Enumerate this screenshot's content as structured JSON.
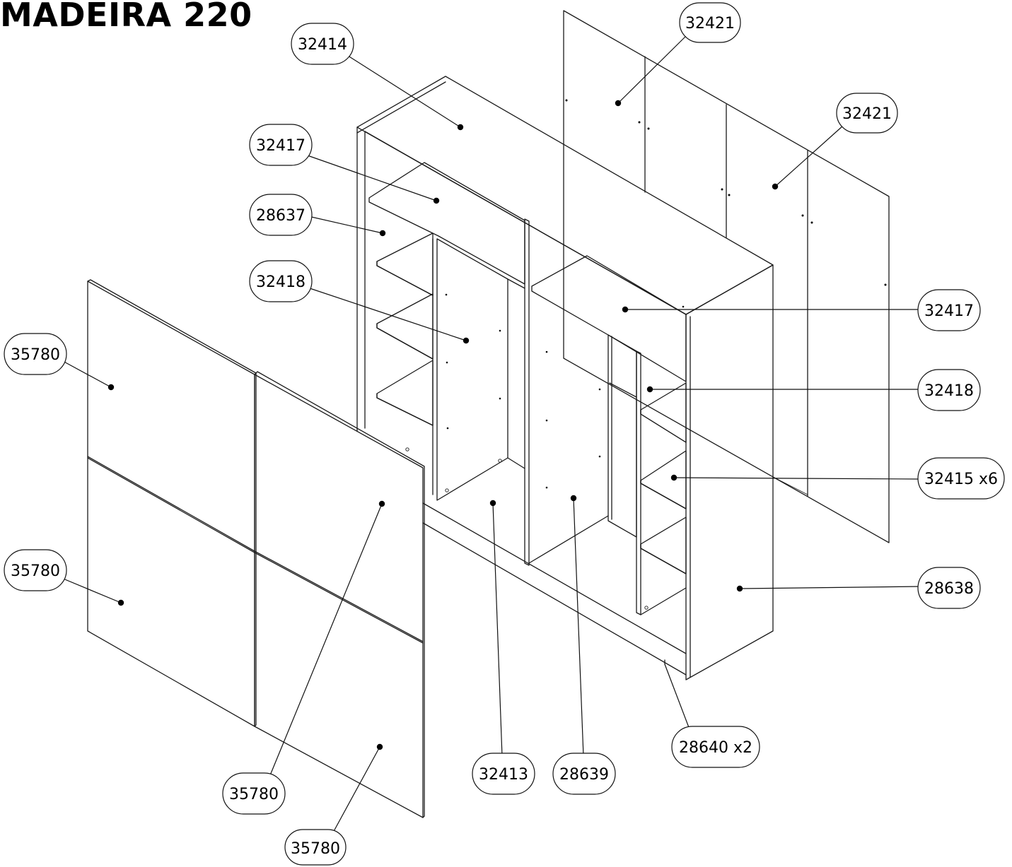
{
  "title": "MADEIRA 220",
  "callouts": [
    {
      "id": "c1",
      "label": "32421"
    },
    {
      "id": "c2",
      "label": "32414"
    },
    {
      "id": "c3",
      "label": "32421"
    },
    {
      "id": "c4",
      "label": "32417"
    },
    {
      "id": "c5",
      "label": "28637"
    },
    {
      "id": "c6",
      "label": "32418"
    },
    {
      "id": "c7",
      "label": "32417"
    },
    {
      "id": "c8",
      "label": "35780"
    },
    {
      "id": "c9",
      "label": "32418"
    },
    {
      "id": "c10",
      "label": "32415 x6"
    },
    {
      "id": "c11",
      "label": "35780"
    },
    {
      "id": "c12",
      "label": "28638"
    },
    {
      "id": "c13",
      "label": "28640 x2"
    },
    {
      "id": "c14",
      "label": "32413"
    },
    {
      "id": "c15",
      "label": "28639"
    },
    {
      "id": "c16",
      "label": "35780"
    },
    {
      "id": "c17",
      "label": "35780"
    }
  ]
}
